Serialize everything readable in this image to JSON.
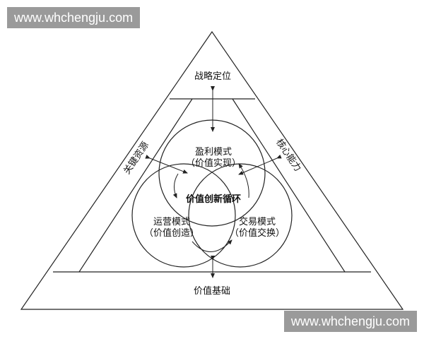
{
  "watermark": "www.whchengju.com",
  "labels": {
    "top": "战略定位",
    "left": "关键资源",
    "right": "核心能力",
    "bottom": "价值基础",
    "center": "价值创新循环",
    "top_circle_title": "盈利模式",
    "top_circle_sub": "（价值实现）",
    "left_circle_title": "运营模式",
    "left_circle_sub": "（价值创造）",
    "right_circle_title": "交易模式",
    "right_circle_sub": "（价值交换）"
  },
  "colors": {
    "line": "#222222",
    "watermark_bg": "#9a9a9a",
    "watermark_text": "#ffffff"
  }
}
